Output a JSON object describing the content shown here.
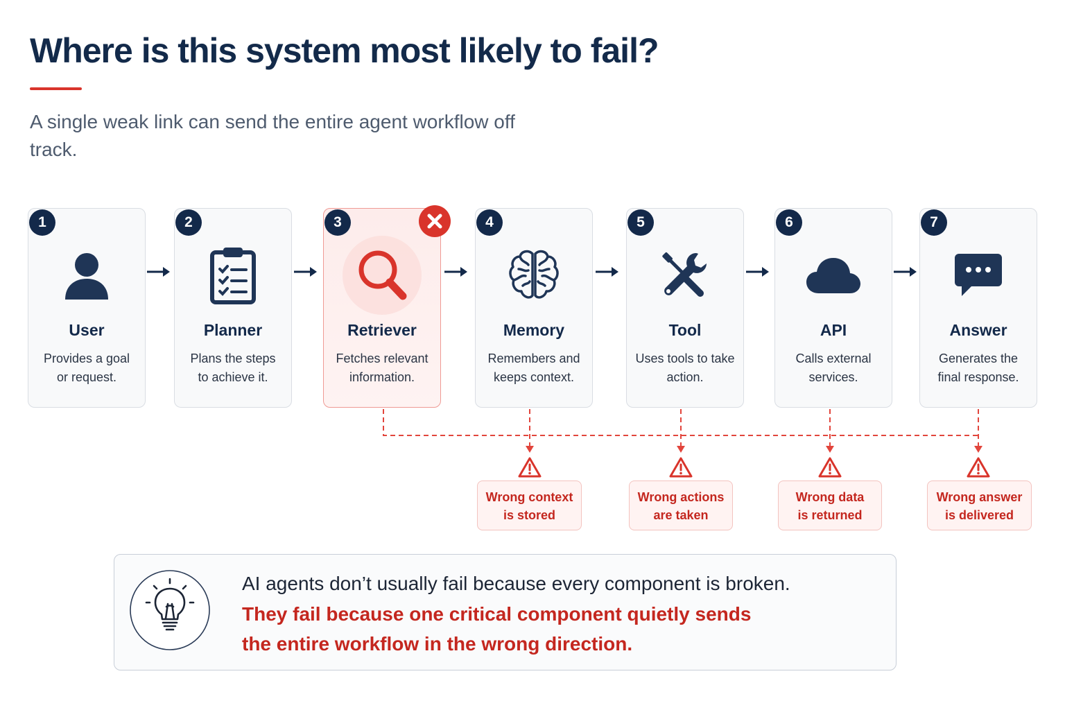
{
  "header": {
    "title": "Where is this system most likely to fail?",
    "subtitle": "A single weak link can send the entire agent workflow off track."
  },
  "colors": {
    "navy": "#13294a",
    "accent_red": "#d9342b",
    "failure_text": "#c4271f",
    "card_border": "#d9dde3"
  },
  "steps": [
    {
      "number": "1",
      "title": "User",
      "desc_line1": "Provides a goal",
      "desc_line2": "or request.",
      "icon": "user-icon",
      "failed": false
    },
    {
      "number": "2",
      "title": "Planner",
      "desc_line1": "Plans the steps",
      "desc_line2": "to achieve it.",
      "icon": "clipboard-checklist-icon",
      "failed": false
    },
    {
      "number": "3",
      "title": "Retriever",
      "desc_line1": "Fetches relevant",
      "desc_line2": "information.",
      "icon": "magnifier-icon",
      "failed": true
    },
    {
      "number": "4",
      "title": "Memory",
      "desc_line1": "Remembers and",
      "desc_line2": "keeps context.",
      "icon": "brain-icon",
      "failed": false
    },
    {
      "number": "5",
      "title": "Tool",
      "desc_line1": "Uses tools to take",
      "desc_line2": "action.",
      "icon": "wrench-screwdriver-icon",
      "failed": false
    },
    {
      "number": "6",
      "title": "API",
      "desc_line1": "Calls external",
      "desc_line2": "services.",
      "icon": "cloud-icon",
      "failed": false
    },
    {
      "number": "7",
      "title": "Answer",
      "desc_line1": "Generates the",
      "desc_line2": "final response.",
      "icon": "chat-bubble-icon",
      "failed": false
    }
  ],
  "consequences": [
    {
      "line1": "Wrong context",
      "line2": "is stored",
      "icon": "warning-triangle-icon"
    },
    {
      "line1": "Wrong actions",
      "line2": "are taken",
      "icon": "warning-triangle-icon"
    },
    {
      "line1": "Wrong data",
      "line2": "is returned",
      "icon": "warning-triangle-icon"
    },
    {
      "line1": "Wrong answer",
      "line2": "is delivered",
      "icon": "warning-triangle-icon"
    }
  ],
  "callout": {
    "icon": "lightbulb-icon",
    "line1": "AI agents don’t usually fail because every component is broken.",
    "line2": "They fail because one critical component quietly sends",
    "line3": "the entire workflow in the wrong direction."
  }
}
